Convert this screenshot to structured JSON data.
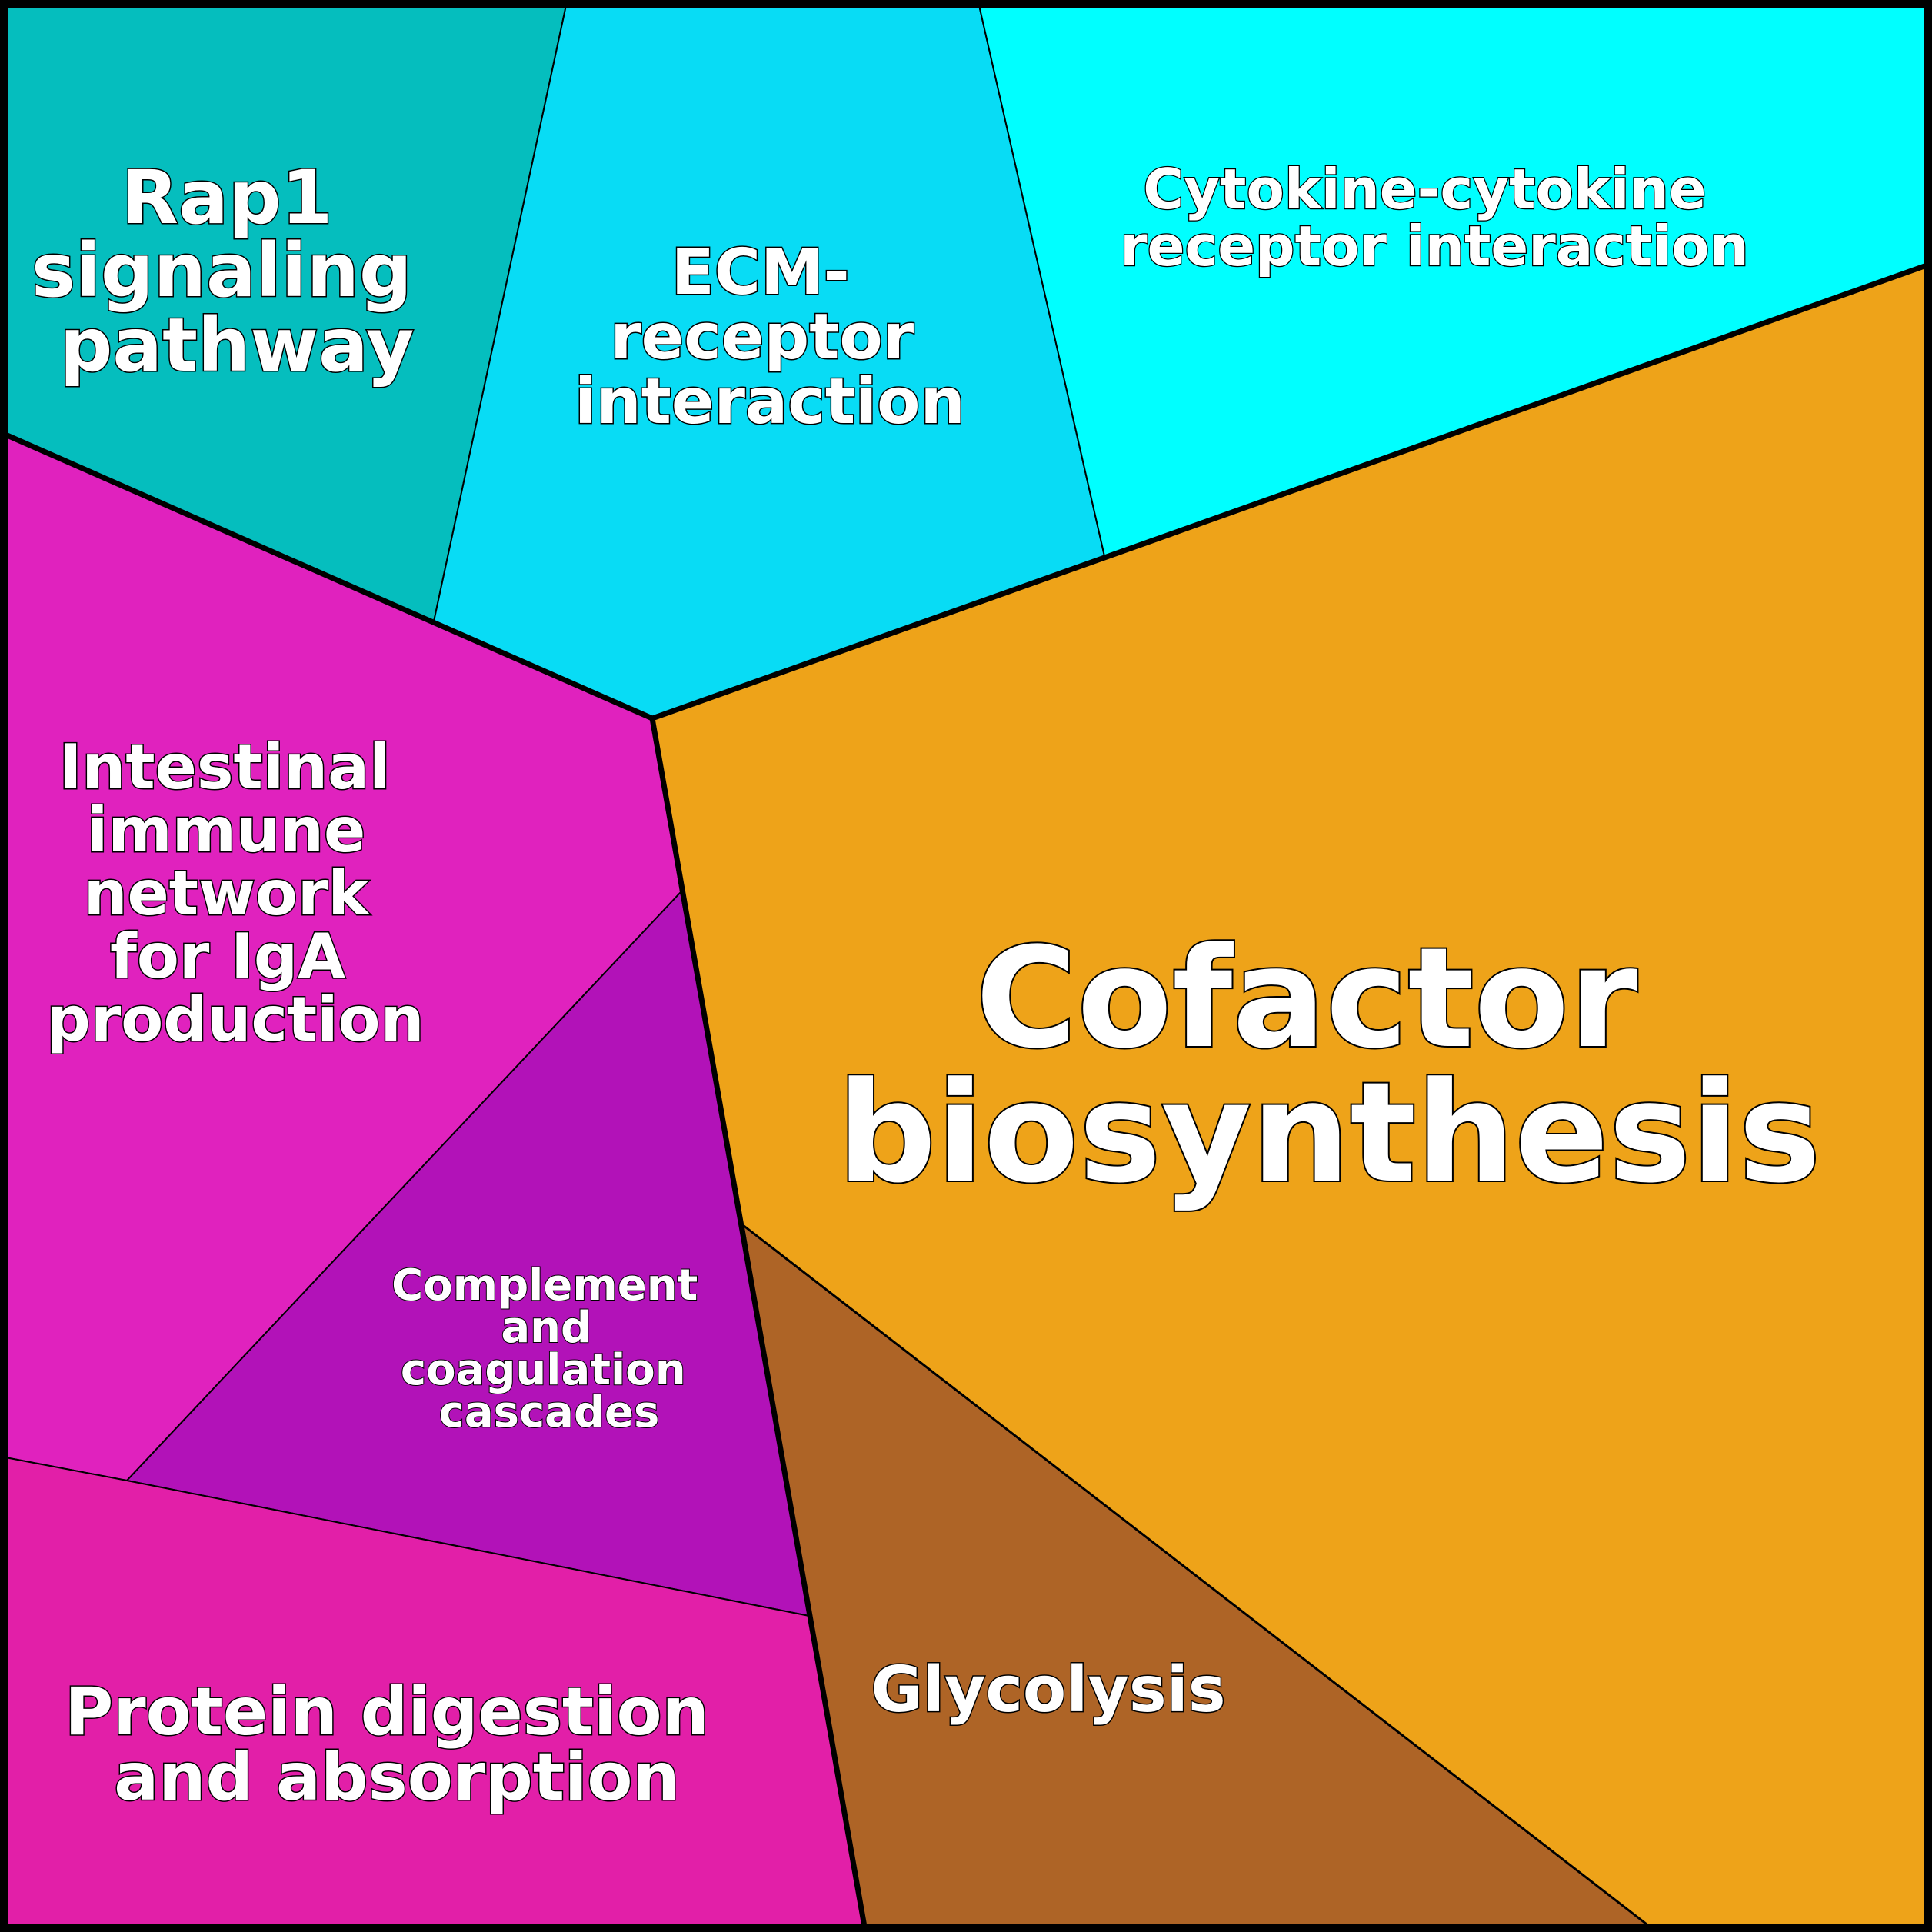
{
  "diagram": {
    "type": "voronoi-treemap",
    "cells": [
      {
        "id": "rap1",
        "label_lines": [
          "Rap1",
          "signaling",
          "pathway"
        ],
        "color": "#05BEBE"
      },
      {
        "id": "ecm",
        "label_lines": [
          "ECM-",
          "receptor",
          "interaction"
        ],
        "color": "#08DCF5"
      },
      {
        "id": "cytokine",
        "label_lines": [
          "Cytokine-cytokine",
          "receptor interaction"
        ],
        "color": "#00FFFF"
      },
      {
        "id": "cofactor",
        "label_lines": [
          "Cofactor",
          "biosynthesis"
        ],
        "color": "#EEA319"
      },
      {
        "id": "intestinal",
        "label_lines": [
          "Intestinal",
          "immune",
          "network",
          "for IgA",
          "production"
        ],
        "color": "#E022BE"
      },
      {
        "id": "complement",
        "label_lines": [
          "Complement",
          "and",
          "coagulation",
          "cascades"
        ],
        "color": "#B212B8"
      },
      {
        "id": "glycolysis",
        "label_lines": [
          "Glycolysis"
        ],
        "color": "#AE6426"
      },
      {
        "id": "protein",
        "label_lines": [
          "Protein digestion",
          "and absorption"
        ],
        "color": "#E21FA8"
      }
    ]
  }
}
